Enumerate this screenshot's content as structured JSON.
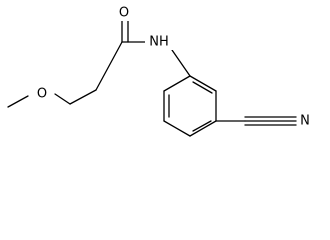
{
  "molecule": {
    "atoms": {
      "carbonyl_oxygen": "O",
      "amide_nitrogen": "NH",
      "ether_oxygen": "O",
      "nitrile_nitrogen": "N"
    }
  }
}
